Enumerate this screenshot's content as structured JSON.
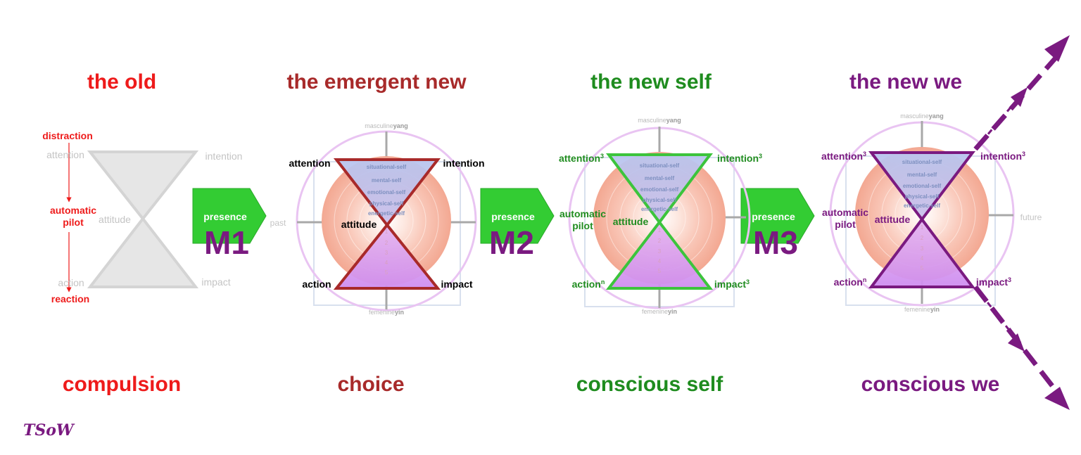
{
  "colors": {
    "old": "#ee1b1b",
    "emergent": "#a82a2a",
    "self": "#1f8c1f",
    "we": "#7a1a80",
    "arrow": "#33cc33",
    "hourglass_grey": "#d9d9d9"
  },
  "headings": [
    "the old",
    "the emergent new",
    "the new self",
    "the new we"
  ],
  "footers": [
    "compulsion",
    "choice",
    "conscious self",
    "conscious we"
  ],
  "old_panel": {
    "distraction": "distraction",
    "attention": "attention",
    "intention": "intention",
    "automatic": "automatic",
    "pilot": "pilot",
    "attitude": "attitude",
    "action": "action",
    "impact": "impact",
    "reaction": "reaction"
  },
  "presence_arrows": [
    {
      "label": "presence",
      "mark": "M1"
    },
    {
      "label": "presence",
      "mark": "M2"
    },
    {
      "label": "presence",
      "mark": "M3"
    }
  ],
  "axis": {
    "top_prefix": "masculine",
    "top_suffix": "yang",
    "bottom_prefix": "femenine",
    "bottom_suffix": "yin",
    "left": "past",
    "right": "future"
  },
  "layers": [
    "situational-self",
    "mental-self",
    "emotional-self",
    "physical-self",
    "energetic-self"
  ],
  "layer_numbers": [
    "1",
    "2",
    "3",
    "4",
    "5"
  ],
  "emergent_panel": {
    "attention": "attention",
    "intention": "intention",
    "attitude": "attitude",
    "action": "action",
    "impact": "impact"
  },
  "self_panel": {
    "attention": "attention",
    "attention_sup": "3",
    "intention": "intention",
    "intention_sup": "3",
    "automatic": "automatic",
    "pilot": "pilot",
    "attitude": "attitude",
    "action": "action",
    "action_sup": "n",
    "impact": "impact",
    "impact_sup": "3"
  },
  "we_panel": {
    "attention": "attention",
    "attention_sup": "3",
    "intention": "intention",
    "intention_sup": "3",
    "automatic": "automatic",
    "pilot": "pilot",
    "attitude": "attitude",
    "action": "action",
    "action_sup": "n",
    "impact": "impact",
    "impact_sup": "3"
  },
  "logo": "TSoW"
}
